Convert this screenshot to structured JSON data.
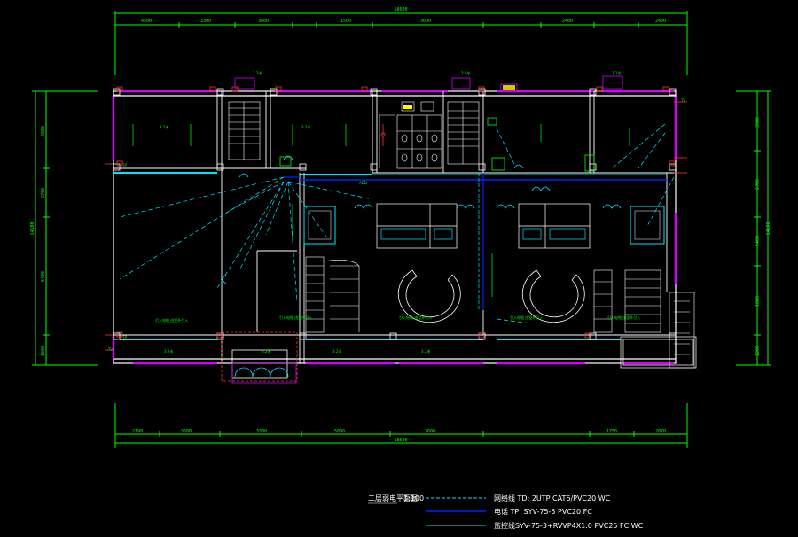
{
  "colors": {
    "background": "#000000",
    "dimension": "#00ff00",
    "wall": "#ffffff",
    "magenta": "#d400ff",
    "cyan": "#00e5ff",
    "blue": "#0022ff",
    "red": "#ff3333",
    "yellow": "#ffff00"
  },
  "dimensions": {
    "top_overall": "18600",
    "top_segments": [
      "4500",
      "3300",
      "3600",
      "1500",
      "3600",
      "2400",
      "2400"
    ],
    "bottom_overall": "18600",
    "bottom_segments": [
      "2190",
      "3600",
      "3300",
      "5800",
      "3600",
      "1750",
      "2070"
    ],
    "left_overall": "14100",
    "left_segments": [
      "4800",
      "2700",
      "5400",
      "1800"
    ],
    "right_overall": "14100",
    "right_segments": [
      "3900",
      "2700",
      "5400",
      "1800",
      "1200"
    ]
  },
  "labels": {
    "room_label": "3.2米",
    "tv_outlet": "TV",
    "tel_outlet": "TP",
    "network_box": "ADD",
    "riser_note": "引入电缆 由室外引入"
  },
  "legend": {
    "title": "二层弱电平面图",
    "scale": "1:100",
    "line1": "网络线 TD: 2UTP CAT6/PVC20 WC",
    "line2": "电话 TP: SYV-75-5 PVC20 FC",
    "line3": "监控线SYV-75-3+RVVP4X1.0 PVC25 FC WC"
  }
}
